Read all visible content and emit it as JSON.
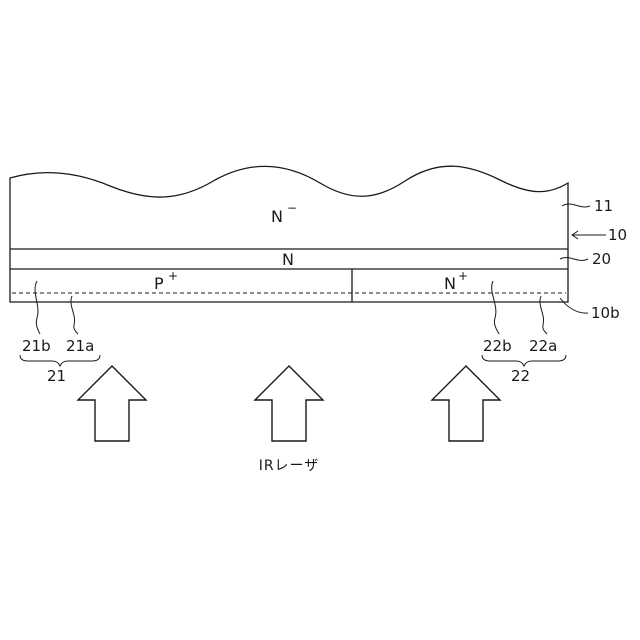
{
  "layers": {
    "n_minus": {
      "base": "N",
      "sup": "−"
    },
    "n_mid": {
      "text": "N"
    },
    "p_plus": {
      "base": "P",
      "sup": "+"
    },
    "n_plus": {
      "base": "N",
      "sup": "+"
    }
  },
  "refs": {
    "r11": "11",
    "r10": "10",
    "r20": "20",
    "r10b": "10b",
    "r21b": "21b",
    "r21a": "21a",
    "r21": "21",
    "r22b": "22b",
    "r22a": "22a",
    "r22": "22"
  },
  "caption": "IRレーザ"
}
